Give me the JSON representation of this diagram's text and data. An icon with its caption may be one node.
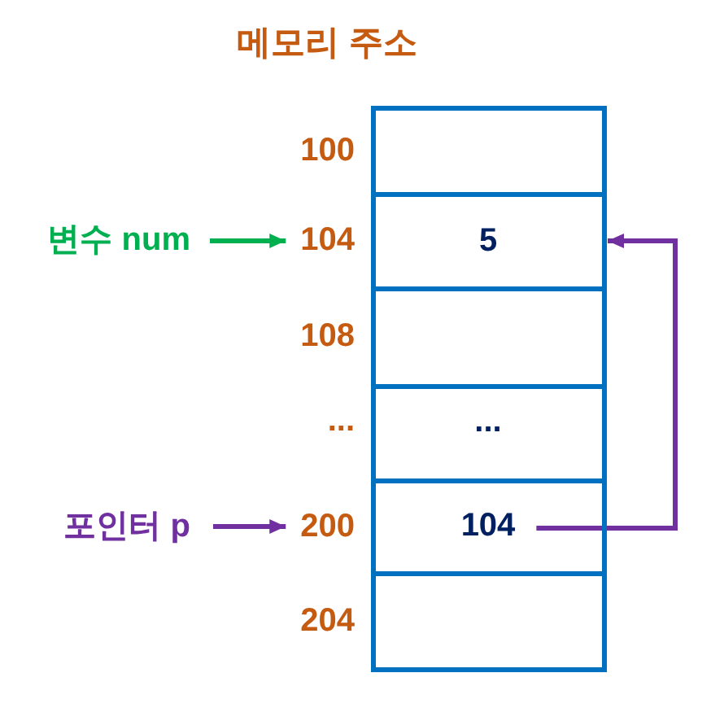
{
  "diagram": {
    "title": "메모리 주소",
    "nodes": [
      {
        "text": [],
        "shape": "box"
      },
      {
        "text": [
          "변수 num"
        ]
      },
      {
        "text": [
          "104"
        ]
      },
      {
        "text": [
          "5"
        ]
      },
      {
        "text": [],
        "shape": "box"
      },
      {
        "text": [
          "..."
        ]
      },
      {
        "text": [
          "포인터 p"
        ]
      },
      {
        "text": [
          "200"
        ]
      },
      {
        "text": [
          "104"
        ]
      },
      {
        "text": [],
        "shape": "box"
      }
    ],
    "edges": [
      {
        "from": 1,
        "to": 2,
        "arrow": "to",
        "color": "#00b050"
      },
      {
        "from": 6,
        "to": 7,
        "arrow": "to"
      },
      {
        "from": 8,
        "to": 3,
        "arrow": "to"
      }
    ],
    "labels": [
      "100",
      "108",
      "...",
      "204"
    ]
  }
}
